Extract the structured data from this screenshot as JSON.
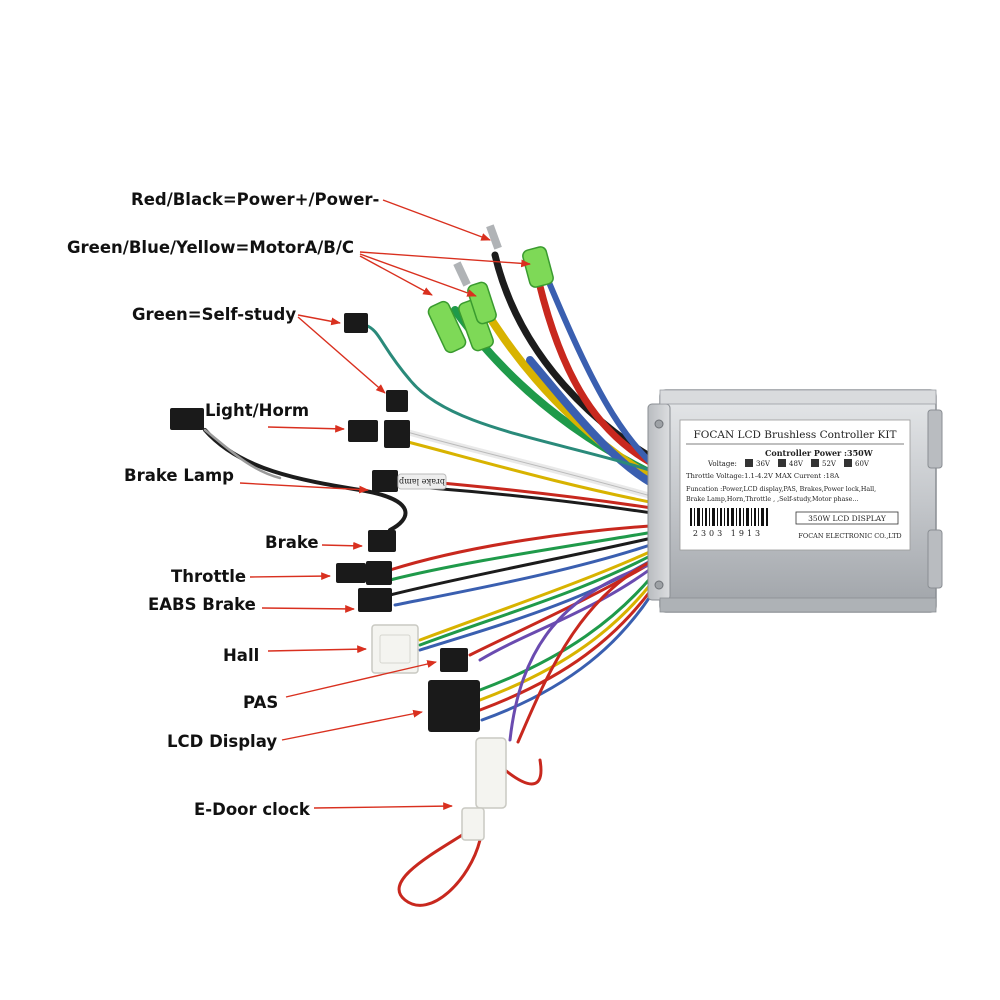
{
  "diagram": {
    "labels": {
      "power": "Red/Black=Power+/Power-",
      "motor": "Green/Blue/Yellow=MotorA/B/C",
      "self_study": "Green=Self-study",
      "light": "Light/Horm",
      "brake_lamp": "Brake Lamp",
      "brake": "Brake",
      "throttle": "Throttle",
      "eabs": "EABS Brake",
      "hall": "Hall",
      "pas": "PAS",
      "lcd": "LCD Display",
      "edoor": "E-Door clock"
    },
    "controller_label": {
      "title": "FOCAN LCD Brushless Controller KIT",
      "power": "Controller Power :350W",
      "voltage_prefix": "Voltage:",
      "voltages": [
        "36V",
        "48V",
        "52V",
        "60V"
      ],
      "throttle_line": "Throttle Voltage:1.1-4.2V  MAX Current :18A",
      "function_line1": "Funcation :Power,LCD display,PAS, Brakes,Power lock,Hall,",
      "function_line2": "Brake Lamp,Horn,Throttle , ,Self-study,Motor phase...",
      "barcode_number": "2303 1913",
      "badge": "350W LCD DISPLAY",
      "company": "FOCAN ELECTRONIC CO.,LTD"
    },
    "sleeve_text": "brake lamp",
    "colors": {
      "arrow": "#d9301f",
      "text": "#111111",
      "green_wire": "#1f9a4a",
      "blue_wire": "#3a5fb0",
      "yellow_wire": "#d8b300",
      "red_wire": "#c8281e",
      "black_wire": "#1c1c1c",
      "housing": "#c9ccd0"
    }
  }
}
